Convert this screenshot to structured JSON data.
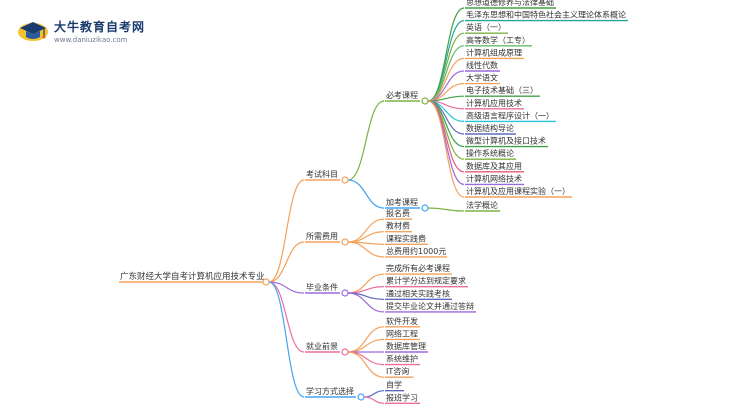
{
  "logo": {
    "title": "大牛教育自考网",
    "url": "www.daniuzikao.com"
  },
  "mindmap": {
    "root": "广东财经大学自考计算机应用技术专业",
    "branches": [
      {
        "label": "考试科目",
        "color": "#f4a15b",
        "children": [
          {
            "label": "必考课程",
            "color": "#7cb342",
            "children": [
              {
                "label": "思想道德修养与法律基础",
                "color": "#43a047"
              },
              {
                "label": "毛泽东思想和中国特色社会主义理论体系概论",
                "color": "#26a69a"
              },
              {
                "label": "英语（一）",
                "color": "#7cb342"
              },
              {
                "label": "高等数学（工专）",
                "color": "#66bb6a"
              },
              {
                "label": "计算机组成原理",
                "color": "#f4a15b"
              },
              {
                "label": "线性代数",
                "color": "#9c6ade"
              },
              {
                "label": "大学语文",
                "color": "#f4a15b"
              },
              {
                "label": "电子技术基础（三）",
                "color": "#43a047"
              },
              {
                "label": "计算机应用技术",
                "color": "#ec6d9b"
              },
              {
                "label": "高级语言程序设计（一）",
                "color": "#26c6da"
              },
              {
                "label": "数据结构导论",
                "color": "#5c6bc0"
              },
              {
                "label": "微型计算机及接口技术",
                "color": "#43a047"
              },
              {
                "label": "操作系统概论",
                "color": "#7cb342"
              },
              {
                "label": "数据库及其应用",
                "color": "#e85a7a"
              },
              {
                "label": "计算机网络技术",
                "color": "#9c6ade"
              },
              {
                "label": "计算机及应用课程实验（一）",
                "color": "#f4a15b"
              }
            ]
          },
          {
            "label": "加考课程",
            "color": "#42a5f5",
            "children": [
              {
                "label": "法学概论",
                "color": "#7cb342"
              }
            ]
          }
        ]
      },
      {
        "label": "所需费用",
        "color": "#f4a15b",
        "children": [
          {
            "label": "报名费",
            "color": "#f4a15b"
          },
          {
            "label": "教材费",
            "color": "#f4a15b"
          },
          {
            "label": "课程实践费",
            "color": "#f4a15b"
          },
          {
            "label": "总费用约1000元",
            "color": "#f4a15b"
          }
        ]
      },
      {
        "label": "毕业条件",
        "color": "#9c6ade",
        "children": [
          {
            "label": "完成所有必考课程",
            "color": "#f4a15b"
          },
          {
            "label": "累计学分达到规定要求",
            "color": "#ec6d9b"
          },
          {
            "label": "通过相关实践考核",
            "color": "#5c6bc0"
          },
          {
            "label": "提交毕业论文并通过答辩",
            "color": "#9c6ade"
          }
        ]
      },
      {
        "label": "就业前景",
        "color": "#ec6d9b",
        "children": [
          {
            "label": "软件开发",
            "color": "#f4a15b"
          },
          {
            "label": "网络工程",
            "color": "#f4a15b"
          },
          {
            "label": "数据库管理",
            "color": "#9c6ade"
          },
          {
            "label": "系统维护",
            "color": "#ec6d9b"
          },
          {
            "label": "IT咨询",
            "color": "#f4a15b"
          }
        ]
      },
      {
        "label": "学习方式选择",
        "color": "#42a5f5",
        "children": [
          {
            "label": "自学",
            "color": "#5c6bc0"
          },
          {
            "label": "报班学习",
            "color": "#ec6d9b"
          }
        ]
      }
    ]
  }
}
